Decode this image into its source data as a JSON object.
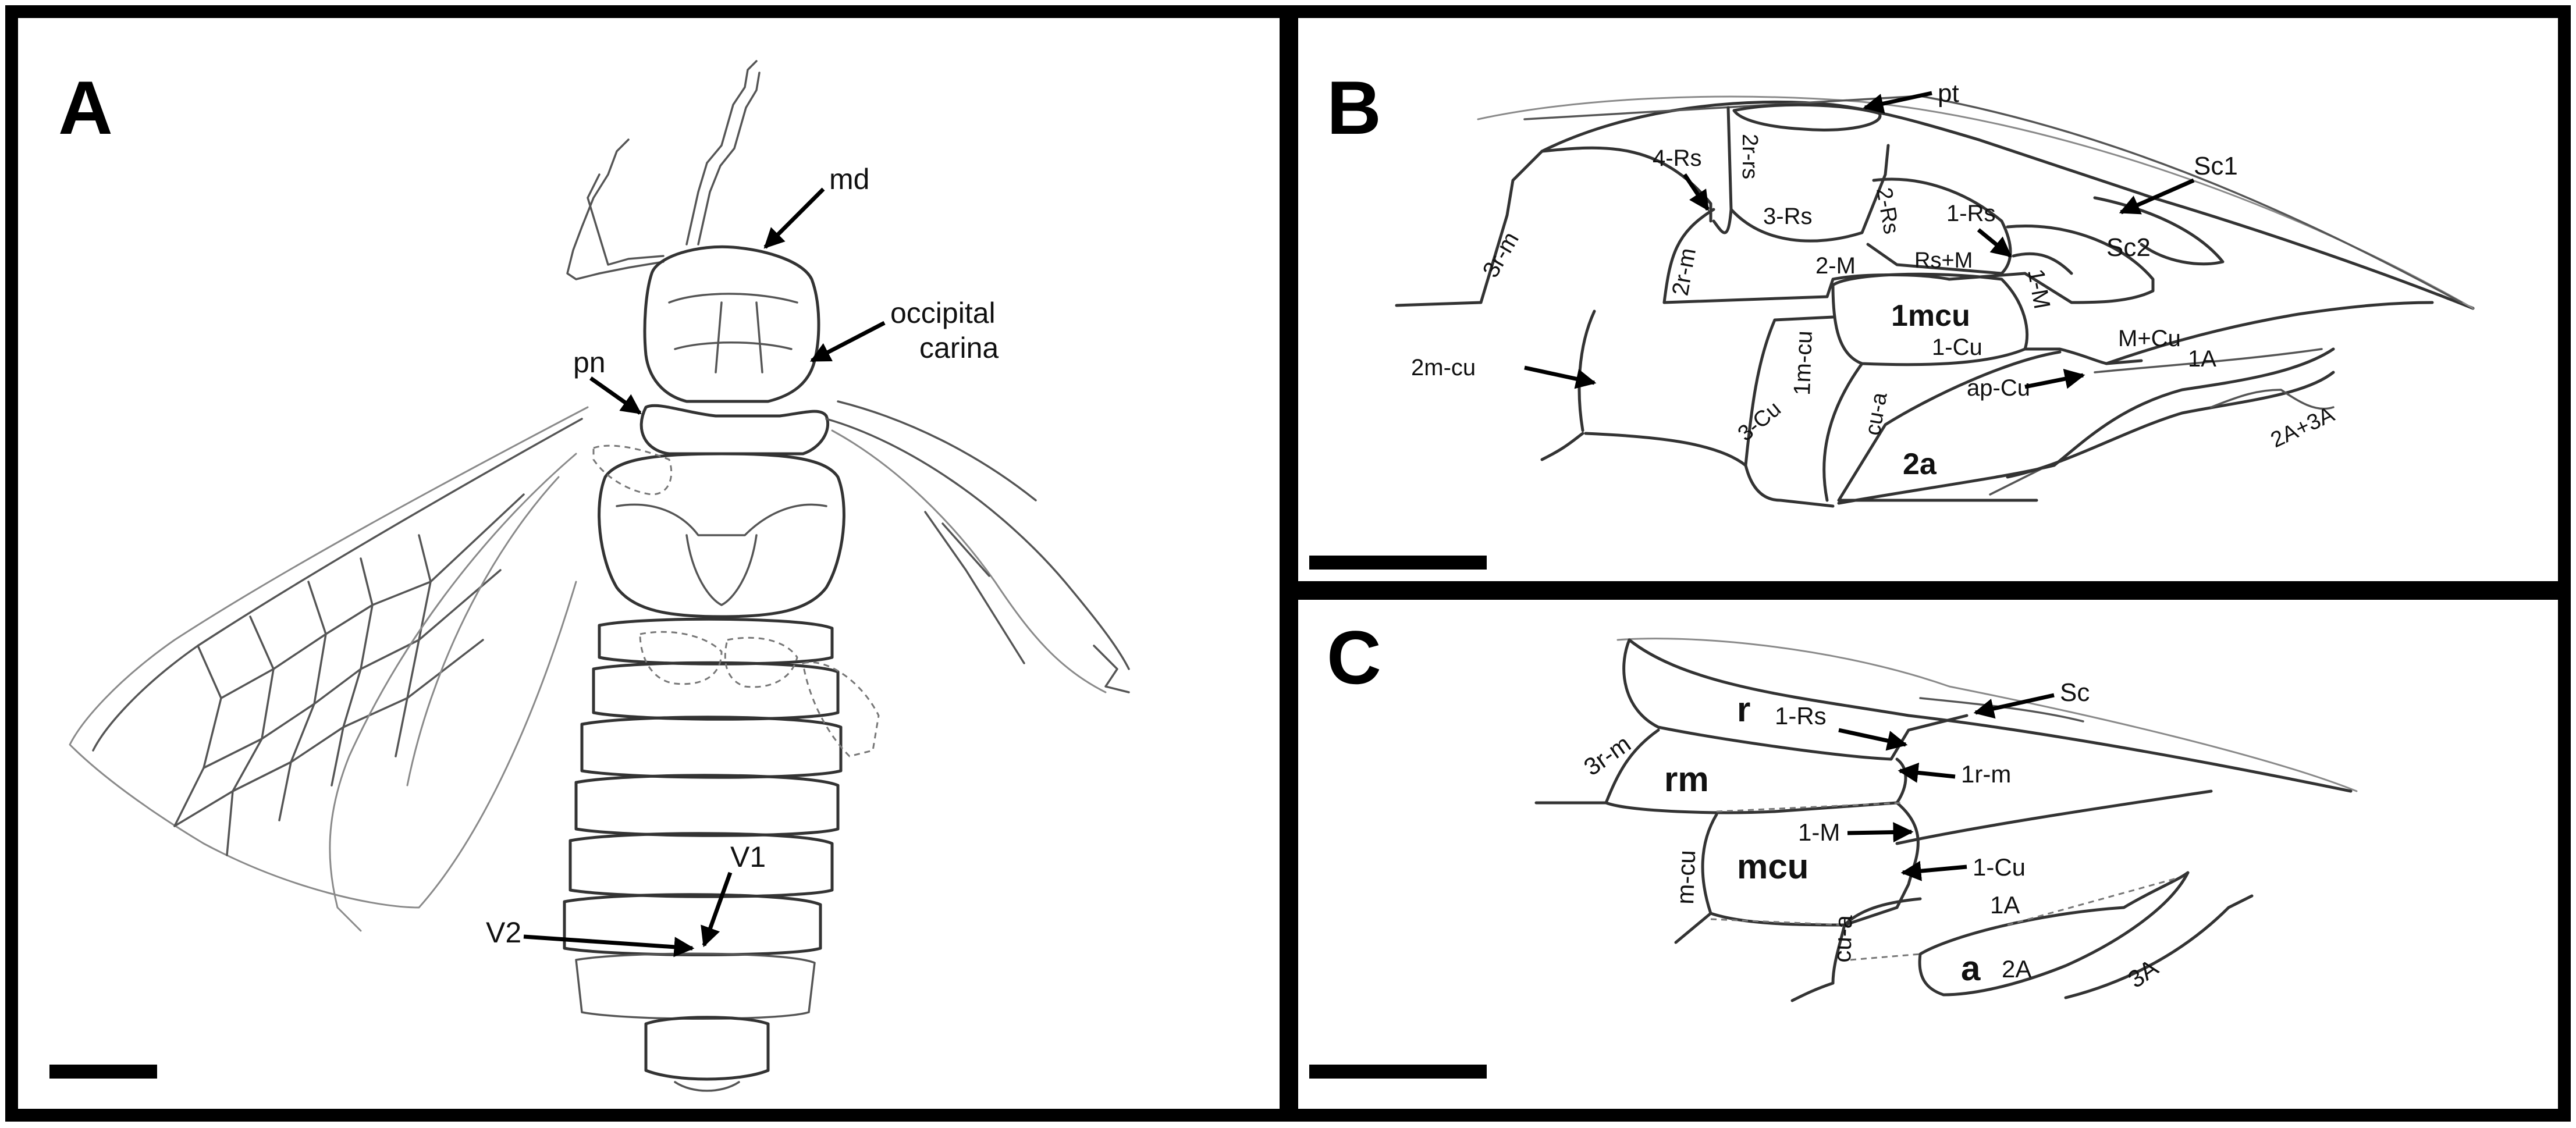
{
  "panel_labels": {
    "a": "A",
    "b": "B",
    "c": "C"
  },
  "panel_a": {
    "md": "md",
    "occipital_line1": "occipital",
    "occipital_line2": "carina",
    "pn": "pn",
    "v1": "V1",
    "v2": "V2"
  },
  "panel_b": {
    "pt": "pt",
    "sc1": "Sc1",
    "sc2": "Sc2",
    "rs4": "4-Rs",
    "r_rs2": "2r-rs",
    "rs3": "3-Rs",
    "rs2": "2-Rs",
    "rs1": "1-Rs",
    "rsm": "Rs+M",
    "r3m": "3r-m",
    "r2m": "2r-m",
    "m2": "2-M",
    "m1": "1-M",
    "mcu1": "1mcu",
    "m1cu": "1m-cu",
    "cu1": "1-Cu",
    "mcu": "M+Cu",
    "a1": "1A",
    "m2cu": "2m-cu",
    "cu3": "3-Cu",
    "cua": "cu-a",
    "apcu": "ap-Cu",
    "a2": "2a",
    "a23": "2A+3A"
  },
  "panel_c": {
    "sc": "Sc",
    "r": "r",
    "rs1": "1-Rs",
    "r3m": "3r-m",
    "rm": "rm",
    "r1m": "1r-m",
    "m1": "1-M",
    "mcu": "mcu",
    "cu1": "1-Cu",
    "mcu_vein": "m-cu",
    "a1": "1A",
    "cua": "cu-a",
    "a": "a",
    "a2": "2A",
    "a3": "3A"
  },
  "colors": {
    "border": "#000000",
    "line": "#333333",
    "background": "#ffffff"
  }
}
